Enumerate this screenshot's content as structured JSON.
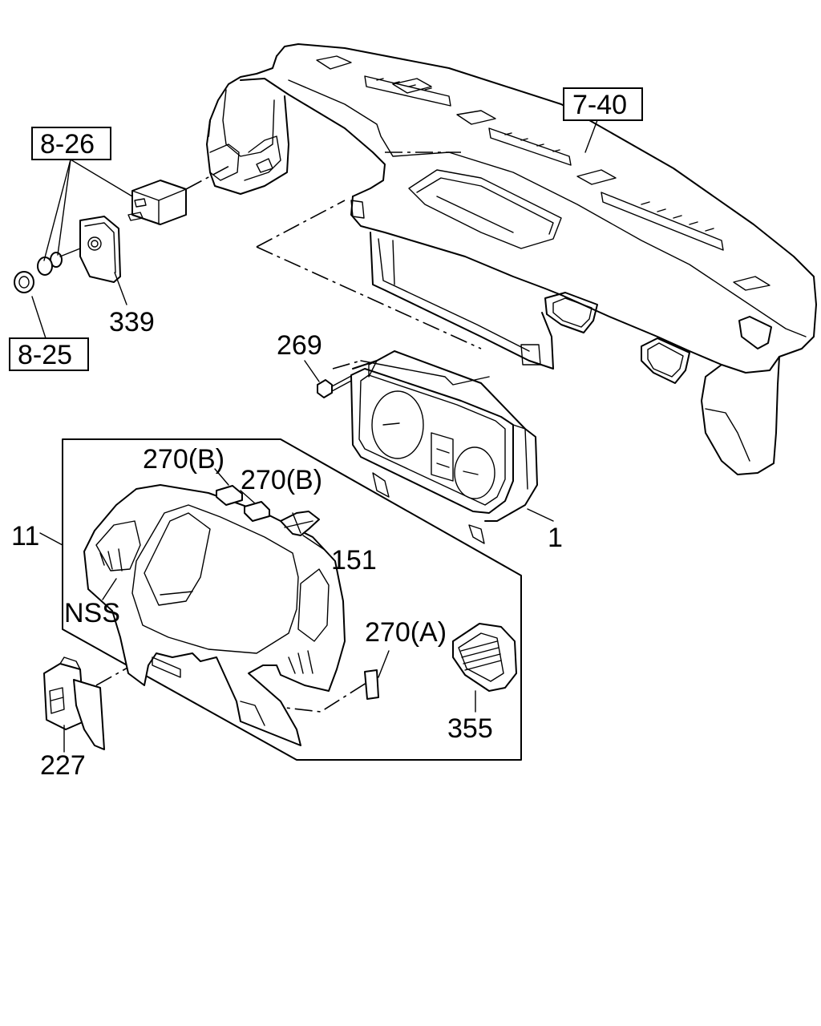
{
  "callouts": {
    "ref_7_40": "7-40",
    "ref_8_26": "8-26",
    "ref_8_25": "8-25",
    "part_339": "339",
    "part_269": "269",
    "part_1": "1",
    "part_11": "11",
    "part_270b_1": "270(B)",
    "part_270b_2": "270(B)",
    "part_151": "151",
    "part_nss": "NSS",
    "part_270a": "270(A)",
    "part_355": "355",
    "part_227": "227"
  }
}
